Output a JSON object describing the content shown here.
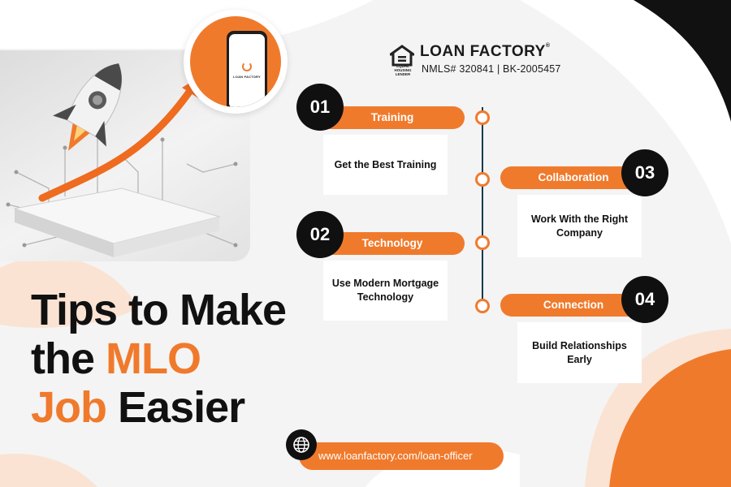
{
  "brand": {
    "equal_housing": "EQUAL HOUSING LENDER",
    "name": "LOAN FACTORY",
    "trademark": "®",
    "nmls": "NMLS# 320841 | BK-2005457",
    "phone_brand": "LOAN FACTORY"
  },
  "title": {
    "line1": "Tips to Make",
    "line2_a": "the ",
    "line2_b": "MLO",
    "line3_a": "Job",
    "line3_b": " Easier"
  },
  "steps": [
    {
      "number": "01",
      "label": "Training",
      "text": "Get the Best Training"
    },
    {
      "number": "02",
      "label": "Technology",
      "text": "Use Modern Mortgage Technology"
    },
    {
      "number": "03",
      "label": "Collaboration",
      "text": "Work With the Right Company"
    },
    {
      "number": "04",
      "label": "Connection",
      "text": "Build Relationships Early"
    }
  ],
  "website": "www.loanfactory.com/loan-officer",
  "icons": [
    "equal-housing-icon",
    "rocket-icon",
    "phone-icon",
    "globe-icon"
  ],
  "colors": {
    "accent": "#f07a2c",
    "dark": "#101010",
    "timeline": "#123b4d"
  }
}
